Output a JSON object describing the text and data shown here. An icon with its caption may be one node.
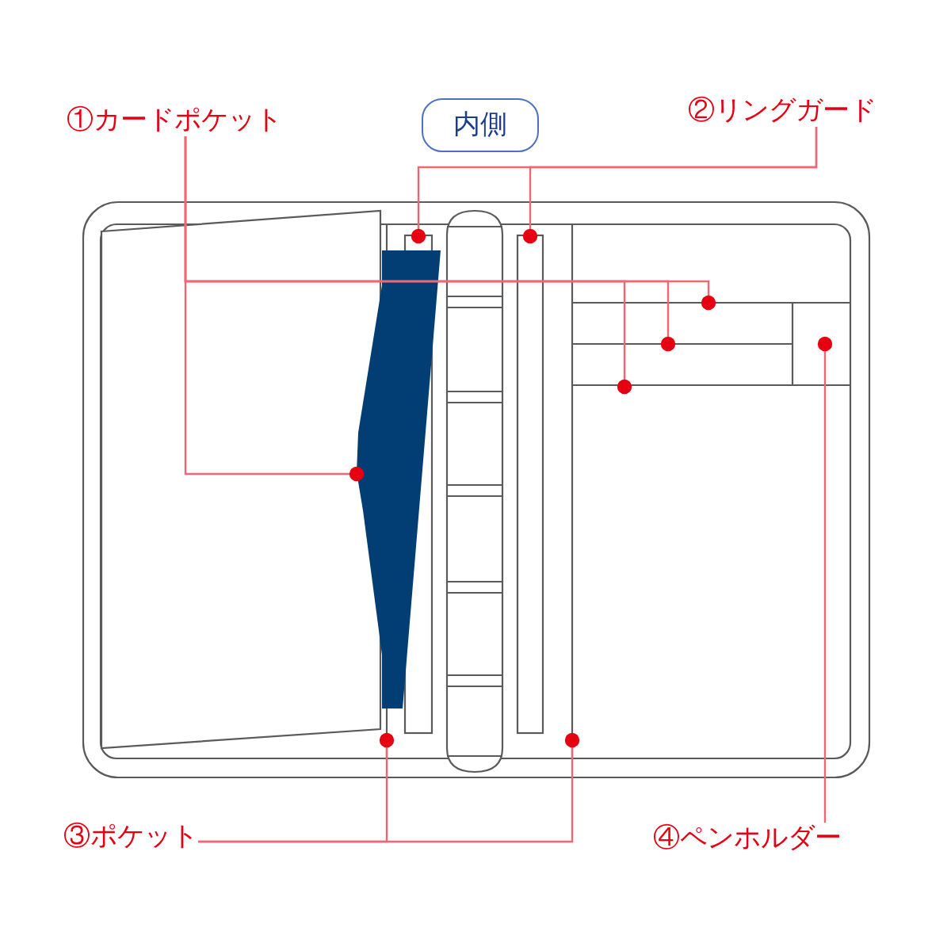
{
  "diagram": {
    "nodes": [
      {
        "text": [
          "①カードポケット"
        ]
      },
      {
        "text": [
          "内側"
        ]
      },
      {
        "text": [
          "②リングガード"
        ]
      },
      {
        "text": [
          "③ポケット"
        ]
      },
      {
        "text": [
          "④ペンホルダー"
        ]
      }
    ],
    "edges": [
      {
        "from": 0,
        "to": null,
        "arrow": "other"
      },
      {
        "from": 0,
        "to": null,
        "arrow": "other"
      },
      {
        "from": 0,
        "to": null,
        "arrow": "other"
      },
      {
        "from": 0,
        "to": null,
        "arrow": "other"
      },
      {
        "from": 2,
        "to": null,
        "arrow": "other"
      },
      {
        "from": 2,
        "to": null,
        "arrow": "other"
      },
      {
        "from": 3,
        "to": null,
        "arrow": "other"
      },
      {
        "from": 3,
        "to": null,
        "arrow": "other"
      },
      {
        "from": 4,
        "to": null,
        "arrow": "other"
      }
    ]
  }
}
